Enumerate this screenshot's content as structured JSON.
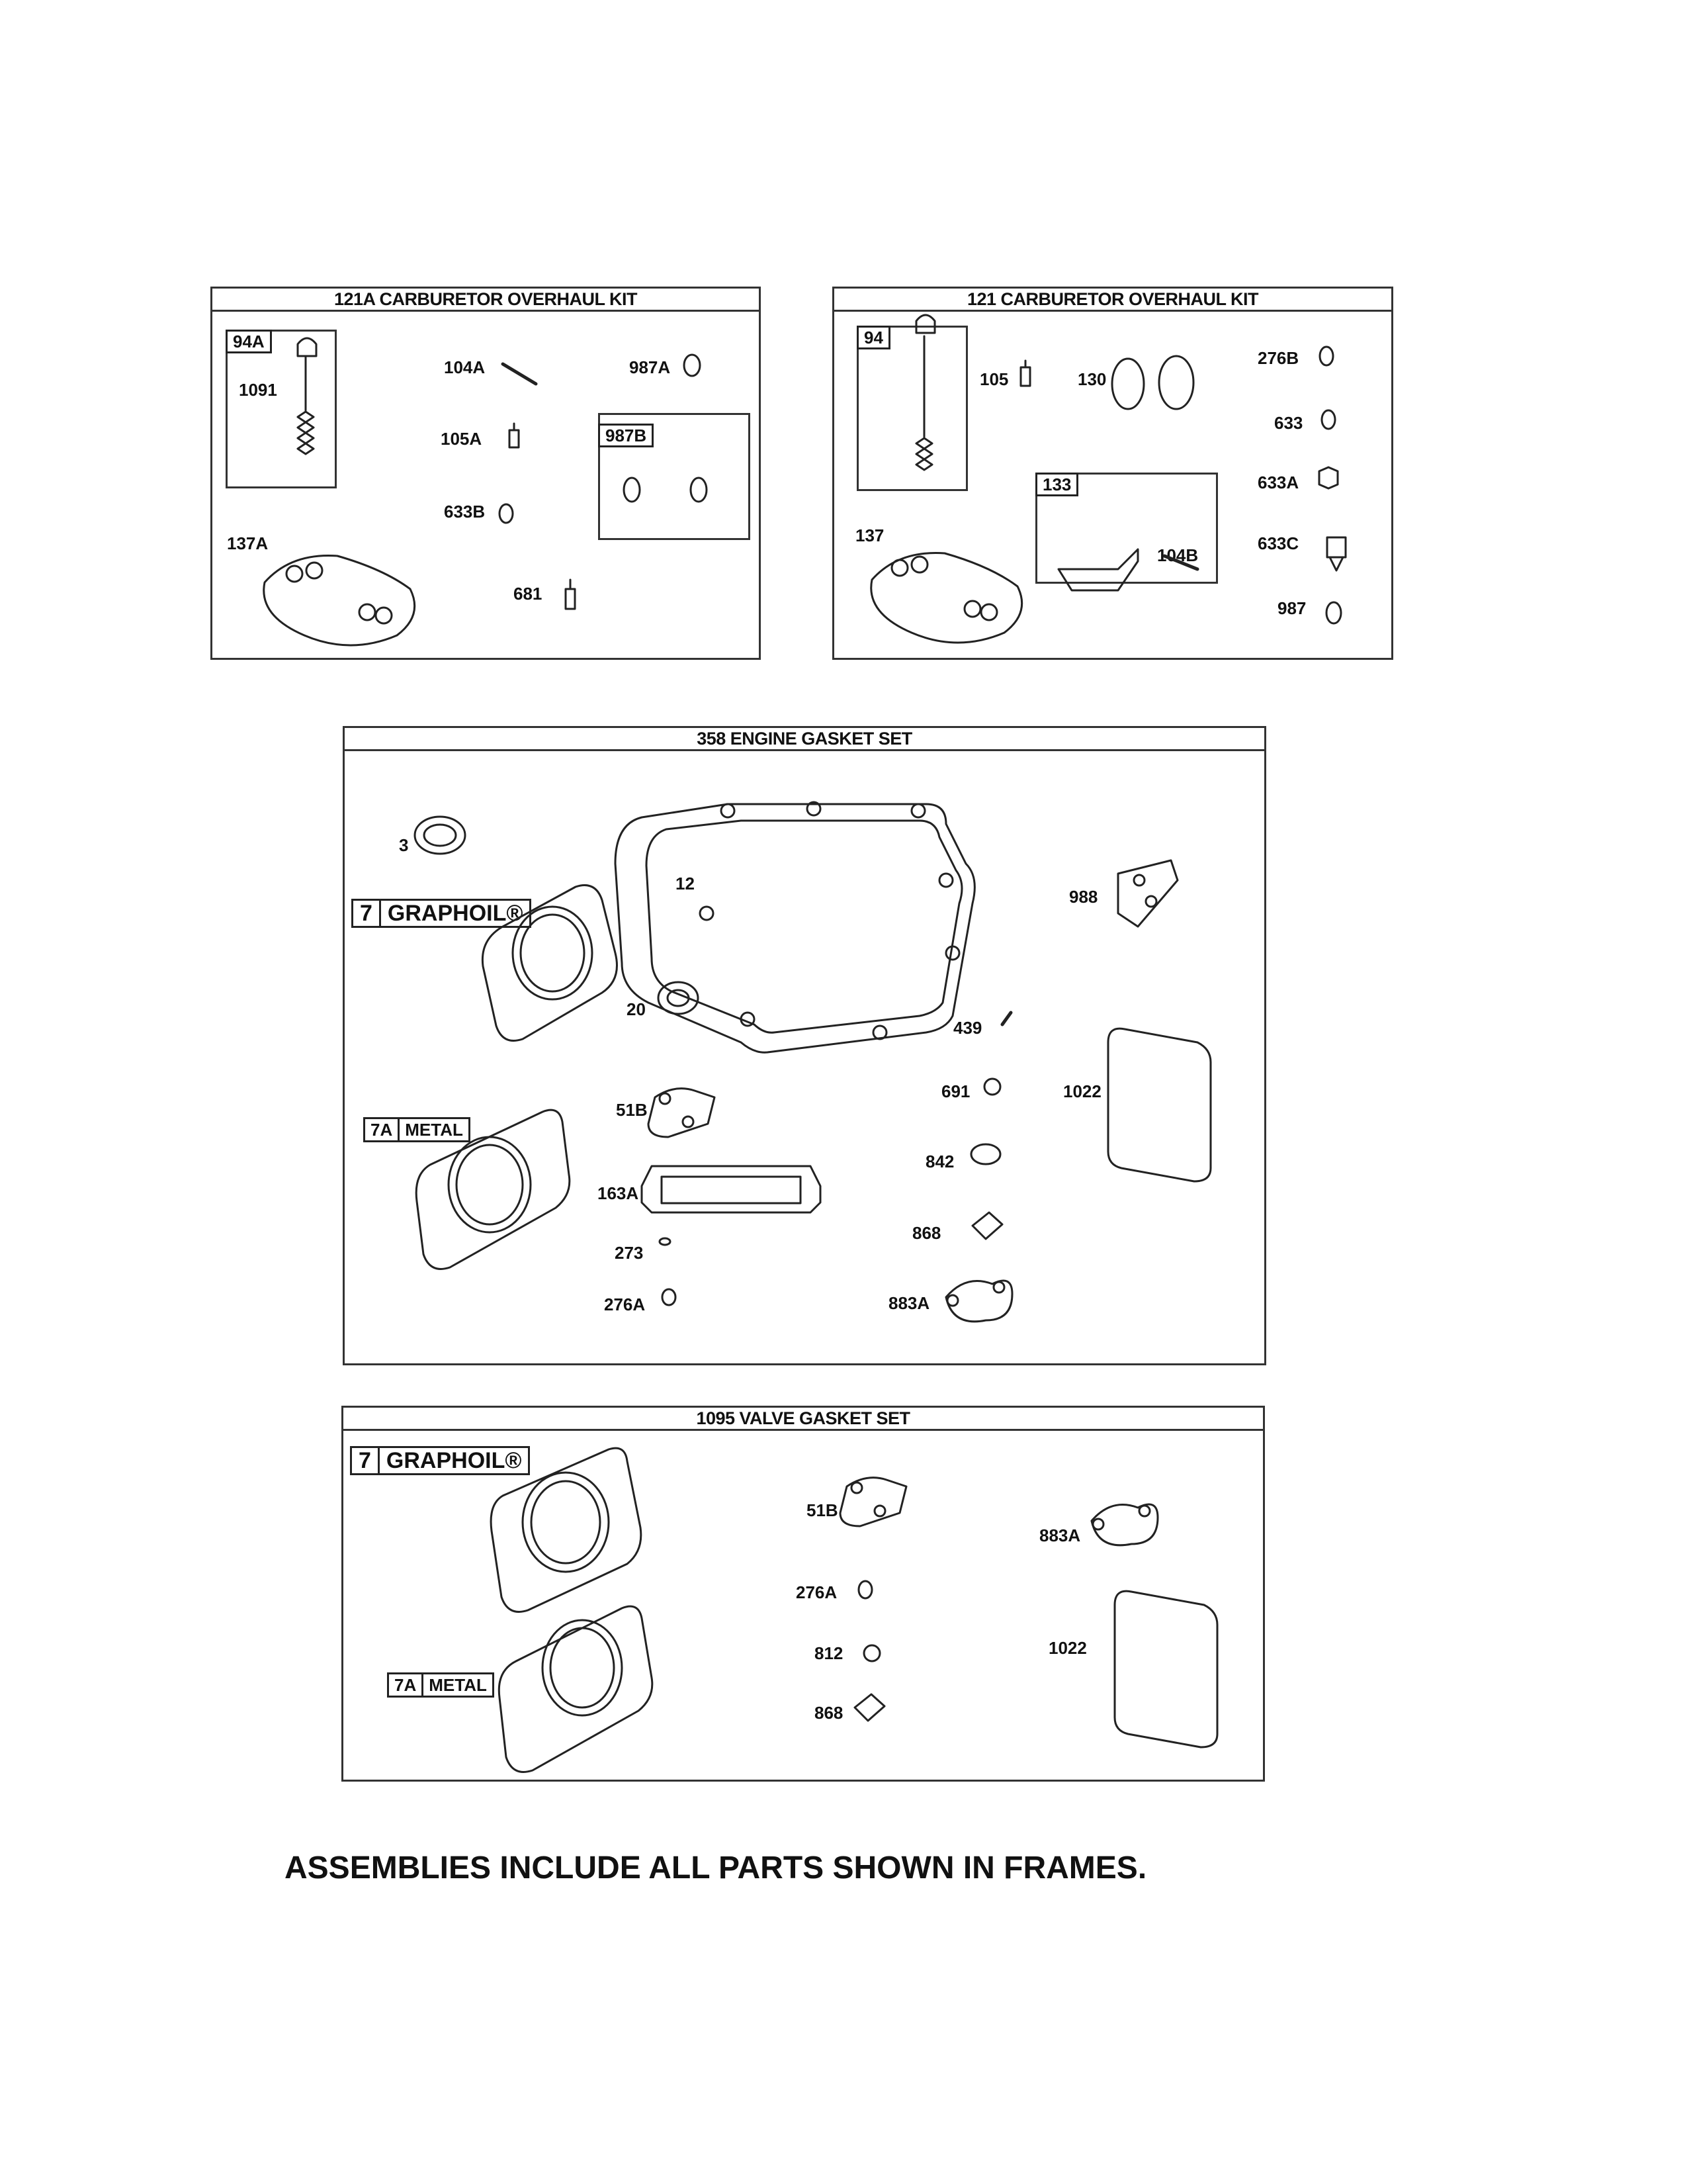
{
  "carb_kit_a": {
    "title": "121A CARBURETOR OVERHAUL KIT",
    "labels": {
      "p94A": "94A",
      "p1091": "1091",
      "p104A": "104A",
      "p987A": "987A",
      "p105A": "105A",
      "p987B": "987B",
      "p633B": "633B",
      "p137A": "137A",
      "p681": "681"
    }
  },
  "carb_kit": {
    "title": "121 CARBURETOR OVERHAUL KIT",
    "labels": {
      "p94": "94",
      "p105": "105",
      "p130": "130",
      "p276B": "276B",
      "p633": "633",
      "p133": "133",
      "p633A": "633A",
      "p137": "137",
      "p104B": "104B",
      "p633C": "633C",
      "p987": "987"
    }
  },
  "engine_gasket": {
    "title": "358 ENGINE GASKET SET",
    "labels": {
      "p3": "3",
      "p12": "12",
      "p988": "988",
      "p7": "7",
      "graphoil": "GRAPHOIL®",
      "p20": "20",
      "p439": "439",
      "p51B": "51B",
      "p691": "691",
      "p1022": "1022",
      "p7A": "7A",
      "metal": "METAL",
      "p842": "842",
      "p163A": "163A",
      "p868": "868",
      "p273": "273",
      "p276A": "276A",
      "p883A": "883A"
    }
  },
  "valve_gasket": {
    "title": "1095 VALVE GASKET SET",
    "labels": {
      "p7": "7",
      "graphoil": "GRAPHOIL®",
      "p51B": "51B",
      "p883A": "883A",
      "p276A": "276A",
      "p812": "812",
      "p1022": "1022",
      "p7A": "7A",
      "metal": "METAL",
      "p868": "868"
    }
  },
  "footer": "ASSEMBLIES INCLUDE ALL PARTS SHOWN IN FRAMES."
}
